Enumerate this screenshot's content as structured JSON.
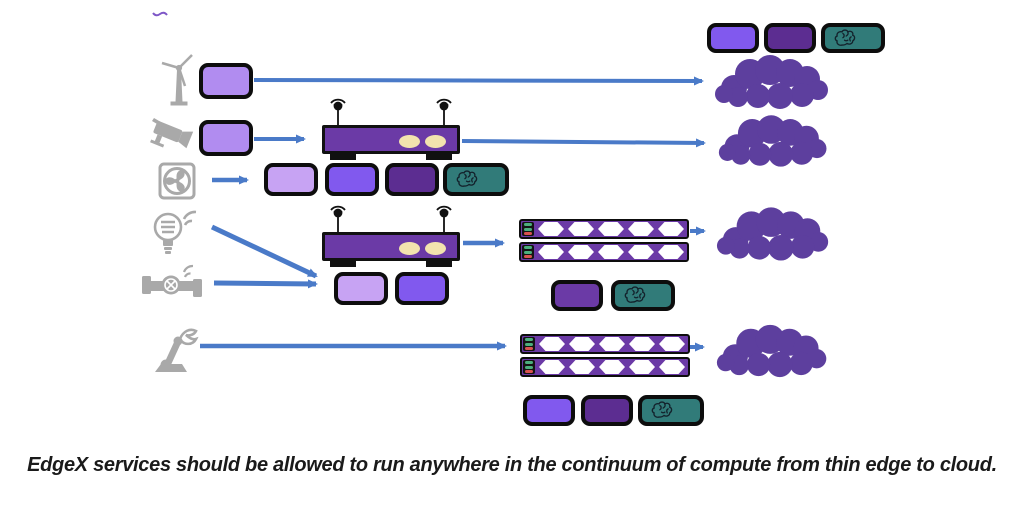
{
  "caption": {
    "text": "EdgeX services should be allowed to run anywhere in the continuum of compute from thin edge to cloud."
  },
  "palette": {
    "canvas-bg": "#ffffff",
    "arrow-blue": "#4a7ac8",
    "lavender": "#c7a3f3",
    "device-purple": "#b18cf0",
    "medium-purple": "#8159ee",
    "dark-purple": "#5c2d91",
    "royal-purple": "#6b3aa6",
    "teal": "#317b79",
    "cloud-purple": "#5d3f9e",
    "icon-gray": "#a9a9a9",
    "led-green": "#4caf7d",
    "led-red": "#d9534f",
    "lamp-cream": "#f2e3ae",
    "caption-color": "#1a1a1a"
  },
  "diagram": {
    "devices": [
      {
        "icon": "wind-turbine-icon",
        "label": "wind turbine"
      },
      {
        "icon": "cctv-camera-icon",
        "label": "security camera"
      },
      {
        "icon": "fan-icon",
        "label": "fan"
      },
      {
        "icon": "smart-bulb-icon",
        "label": "smart light bulb"
      },
      {
        "icon": "pipe-valve-icon",
        "label": "pipe valve sensor"
      },
      {
        "icon": "robot-arm-icon",
        "label": "robot arm"
      }
    ],
    "gateway_count": 2,
    "server_rack_count": 2,
    "cloud_count": 4,
    "service_chip_rows": {
      "top_right": [
        "medium-purple",
        "dark-purple",
        "teal-with-brain"
      ],
      "below_gateway_1": [
        "lavender",
        "medium-purple",
        "dark-purple",
        "teal-with-brain"
      ],
      "below_gateway_2": [
        "lavender",
        "medium-purple"
      ],
      "below_rack_1": [
        "royal-purple",
        "teal-with-brain"
      ],
      "below_rack_2": [
        "medium-purple",
        "dark-purple",
        "teal-with-brain"
      ]
    },
    "rack_leds_per_bar": [
      "green",
      "green",
      "red"
    ],
    "hexagons_per_bar": 5
  }
}
